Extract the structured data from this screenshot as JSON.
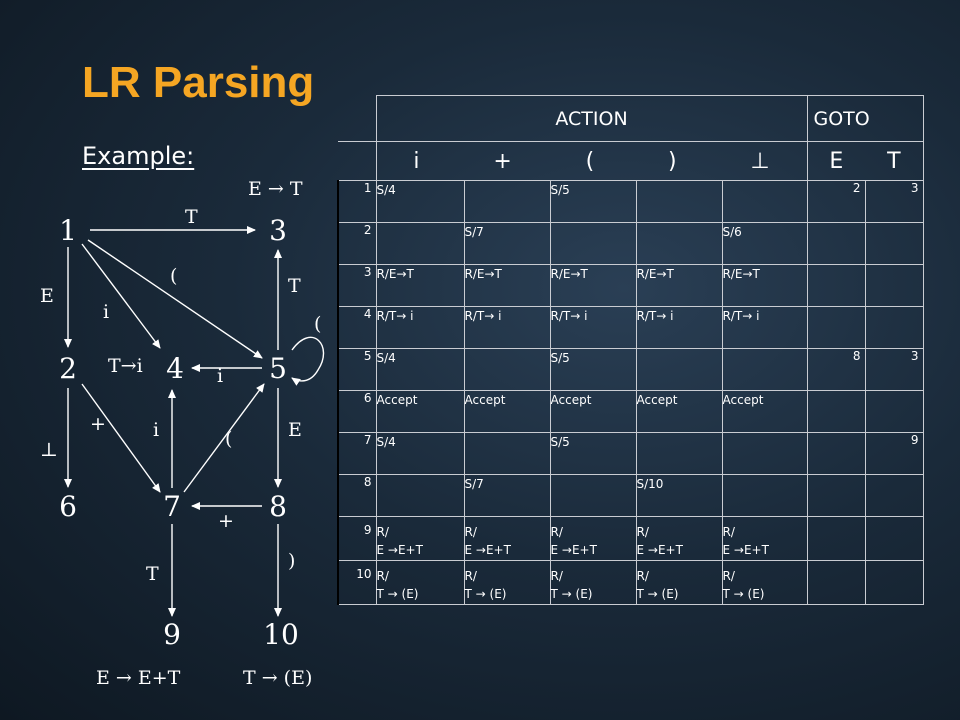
{
  "slide": {
    "title": "LR Parsing",
    "subtitle": "Example:"
  },
  "diagram": {
    "nodes": [
      "1",
      "2",
      "3",
      "4",
      "5",
      "6",
      "7",
      "8",
      "9",
      "10"
    ],
    "labels": {
      "e_top": "E → T",
      "t_1_3": "T",
      "e_1_2": "E",
      "open_1_5": "(",
      "i_1_4": "i",
      "t_5_3": "T",
      "open_5_loop": "(",
      "t_i_4": "T→i",
      "i_5_4": "i",
      "plus_2_7": "+",
      "bot_2_6": "⊥",
      "i_7_4": "i",
      "open_7_5": "(",
      "e_5_8": "E",
      "plus_8_7": "+",
      "t_7_9": "T",
      "close_8_10": ")",
      "e_bottom": "E → E+T",
      "t_bottom": "T → (E)"
    }
  },
  "table": {
    "action_header": "ACTION",
    "goto_header": "GOTO",
    "action_symbols": [
      "i",
      "+",
      "(",
      ")",
      "⊥"
    ],
    "goto_symbols": [
      "E",
      "T"
    ],
    "rows": [
      {
        "state": "1",
        "action": [
          [
            "S/4"
          ],
          [
            ""
          ],
          [
            "S/5"
          ],
          [
            ""
          ],
          [
            ""
          ]
        ],
        "goto": [
          "2",
          "3"
        ]
      },
      {
        "state": "2",
        "action": [
          [
            ""
          ],
          [
            "S/7"
          ],
          [
            ""
          ],
          [
            ""
          ],
          [
            "S/6"
          ]
        ],
        "goto": [
          "",
          ""
        ]
      },
      {
        "state": "3",
        "action": [
          [
            "R/E→T"
          ],
          [
            "R/E→T"
          ],
          [
            "R/E→T"
          ],
          [
            "R/E→T"
          ],
          [
            "R/E→T"
          ]
        ],
        "goto": [
          "",
          ""
        ]
      },
      {
        "state": "4",
        "action": [
          [
            "R/T→ i"
          ],
          [
            "R/T→ i"
          ],
          [
            "R/T→ i"
          ],
          [
            "R/T→ i"
          ],
          [
            "R/T→ i"
          ]
        ],
        "goto": [
          "",
          ""
        ]
      },
      {
        "state": "5",
        "action": [
          [
            "S/4"
          ],
          [
            ""
          ],
          [
            "S/5"
          ],
          [
            ""
          ],
          [
            ""
          ]
        ],
        "goto": [
          "8",
          "3"
        ]
      },
      {
        "state": "6",
        "action": [
          [
            "Accept"
          ],
          [
            "Accept"
          ],
          [
            "Accept"
          ],
          [
            "Accept"
          ],
          [
            "Accept"
          ]
        ],
        "goto": [
          "",
          ""
        ]
      },
      {
        "state": "7",
        "action": [
          [
            "S/4"
          ],
          [
            ""
          ],
          [
            "S/5"
          ],
          [
            ""
          ],
          [
            ""
          ]
        ],
        "goto": [
          "",
          "9"
        ]
      },
      {
        "state": "8",
        "action": [
          [
            ""
          ],
          [
            "S/7"
          ],
          [
            ""
          ],
          [
            "S/10"
          ],
          [
            ""
          ]
        ],
        "goto": [
          "",
          ""
        ]
      },
      {
        "state": "9",
        "action": [
          [
            "R/",
            "E →E+T"
          ],
          [
            "R/",
            "E →E+T"
          ],
          [
            "R/",
            "E →E+T"
          ],
          [
            "R/",
            "E →E+T"
          ],
          [
            "R/",
            "E →E+T"
          ]
        ],
        "goto": [
          "",
          ""
        ]
      },
      {
        "state": "10",
        "action": [
          [
            "R/",
            "T → (E)"
          ],
          [
            "R/",
            "T → (E)"
          ],
          [
            "R/",
            "T → (E)"
          ],
          [
            "R/",
            "T → (E)"
          ],
          [
            "R/",
            "T → (E)"
          ]
        ],
        "goto": [
          "",
          ""
        ]
      }
    ]
  }
}
